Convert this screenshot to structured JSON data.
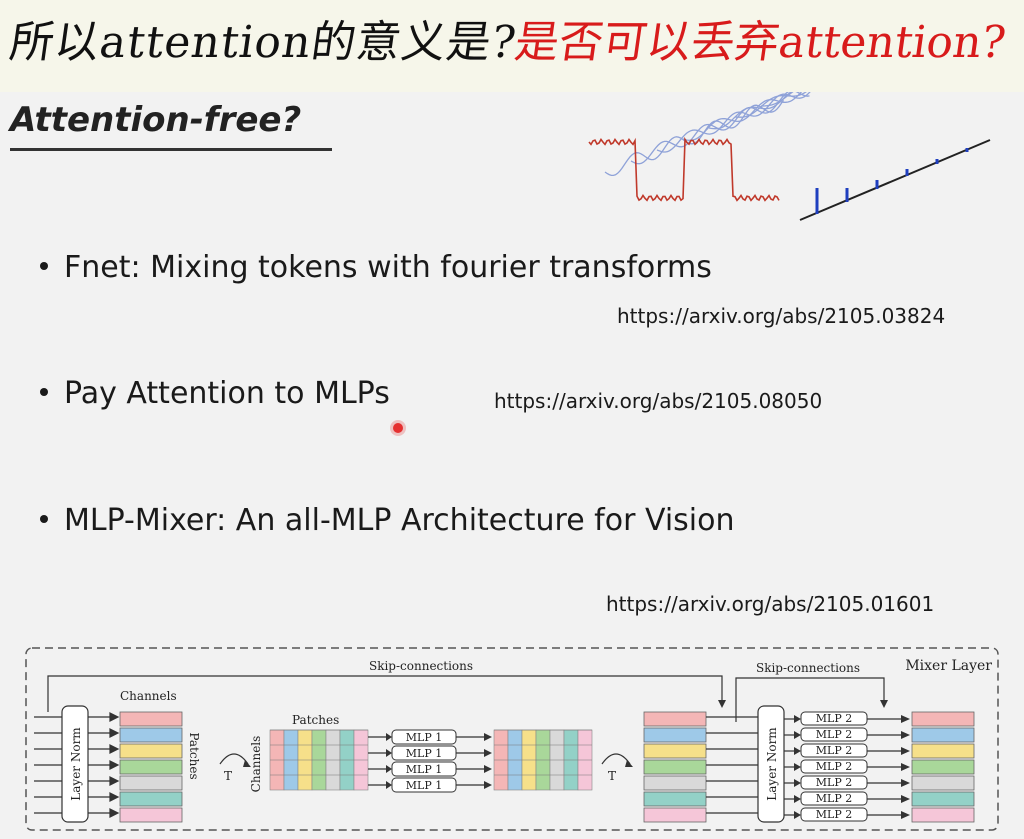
{
  "handwritten": {
    "question_black": "所以attention的意义是?",
    "question_red": "是否可以丢弃attention?"
  },
  "slide": {
    "title": "Attention-free?",
    "bullets": [
      {
        "text": "Fnet: Mixing tokens with fourier transforms",
        "url": "https://arxiv.org/abs/2105.03824"
      },
      {
        "text": "Pay Attention to MLPs",
        "url": "https://arxiv.org/abs/2105.08050"
      },
      {
        "text": "MLP-Mixer: An all-MLP Architecture for Vision",
        "url": "https://arxiv.org/abs/2105.01601"
      }
    ]
  },
  "diagram": {
    "mixer_layer": "Mixer Layer",
    "skip_connections": "Skip-connections",
    "layer_norm": "Layer Norm",
    "channels": "Channels",
    "patches": "Patches",
    "transpose": "T",
    "mlp1": "MLP 1",
    "mlp2": "MLP 2",
    "colors": {
      "stripes": [
        "#f4b6b6",
        "#9ec9e8",
        "#f6e08a",
        "#a9d79a",
        "#d9d9d9",
        "#93d1c7",
        "#f5c6d8"
      ],
      "red_wave": "#c0392b",
      "blue_wave": "#8fa2d8",
      "blue_tick": "#1f3fbf"
    }
  }
}
